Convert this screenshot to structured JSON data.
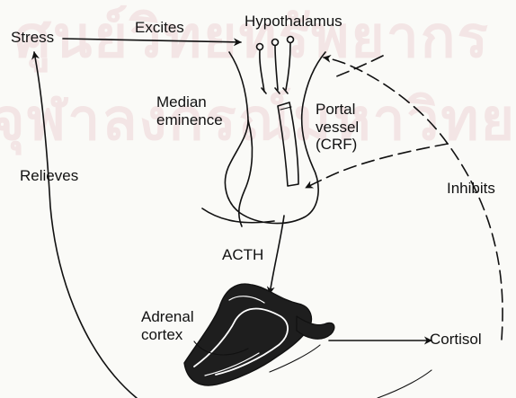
{
  "watermark": {
    "line1": "ศูนย์วิทยทรัพยากร",
    "line2": "จุฬาลงกรณ์มหาวิทยาลัย"
  },
  "labels": {
    "stress": "Stress",
    "excites": "Excites",
    "hypothalamus": "Hypothalamus",
    "median_eminence": [
      "Median",
      "eminence"
    ],
    "portal_vessel": [
      "Portal",
      "vessel",
      "(CRF)"
    ],
    "relieves": "Relieves",
    "inhibits": "Inhibits",
    "acth": "ACTH",
    "adrenal_cortex": [
      "Adrenal",
      "cortex"
    ],
    "cortisol": "Cortisol"
  },
  "colors": {
    "ink": "#111111",
    "watermark": "#b0233a",
    "paper": "#fafaf7"
  }
}
